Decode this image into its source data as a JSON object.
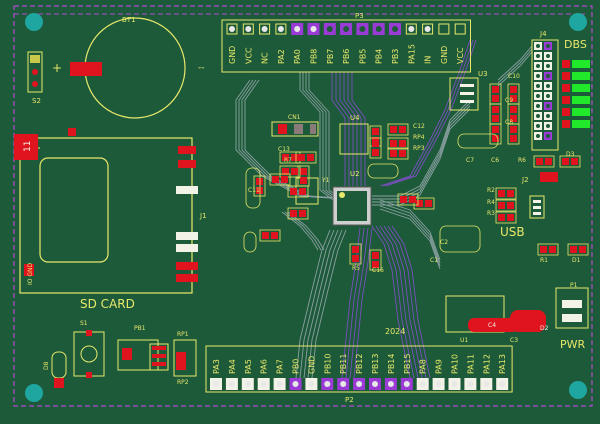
{
  "board": {
    "colors": {
      "pcb": "#1d5a3a",
      "outline": "#b04bd0",
      "silk": "#e8e86a",
      "silk_white": "#f2f2e6",
      "pad_red": "#e0141e",
      "pad_purple": "#9b3bd6",
      "trace_grey": "#8aa0a0",
      "trace_violet": "#7b4fc0",
      "hole_teal": "#1fa6a0",
      "led_green": "#21e82a"
    },
    "labels": {
      "bt1": "BT1",
      "p3": "P3",
      "p2": "P2",
      "j4": "J4",
      "dbs": "DBS",
      "s2": "S2",
      "s1": "S1",
      "d8": "D8",
      "pb1": "PB1",
      "rp1": "RP1",
      "rp2": "RP2",
      "cn1": "CN1",
      "u1": "U1",
      "u2": "U2",
      "u3": "U3",
      "u4": "U4",
      "y1": "Y1",
      "j1": "J1",
      "j2": "J2",
      "p1": "P1",
      "c1": "C1",
      "c2": "C2",
      "c3": "C3",
      "c4": "C4",
      "c6": "C6",
      "c7": "C7",
      "c8": "C8",
      "c9": "C9",
      "c10": "C10",
      "c11": "C11",
      "c12": "C12",
      "c13": "C13",
      "c16": "C16",
      "r1": "R1",
      "r2": "R2",
      "r3": "R3",
      "r4": "R4",
      "r5": "R5",
      "r6": "R6",
      "r7": "R7",
      "rp3": "RP3",
      "rp4": "RP4",
      "d1": "D1",
      "d2": "D2",
      "d3": "D3",
      "sd_card": "SD CARD",
      "usb": "USB",
      "pwr": "PWR",
      "year": "2024",
      "io_gnd": "IO GND",
      "eleven": "11",
      "dash": "--"
    },
    "header_top": [
      "GND",
      "VCC",
      "NC",
      "PA2",
      "PA0",
      "PB8",
      "PB7",
      "PB6",
      "PB5",
      "PB4",
      "PB3",
      "PA15",
      "IN",
      "GND",
      "VCC"
    ],
    "header_bottom": [
      "PA3",
      "PA4",
      "PA5",
      "PA6",
      "PA7",
      "PB0",
      "GND",
      "PB10",
      "PB11",
      "PB12",
      "PB13",
      "PB14",
      "PB15",
      "PA8",
      "PA9",
      "PA10",
      "PA11",
      "PA12",
      "PA13"
    ]
  }
}
